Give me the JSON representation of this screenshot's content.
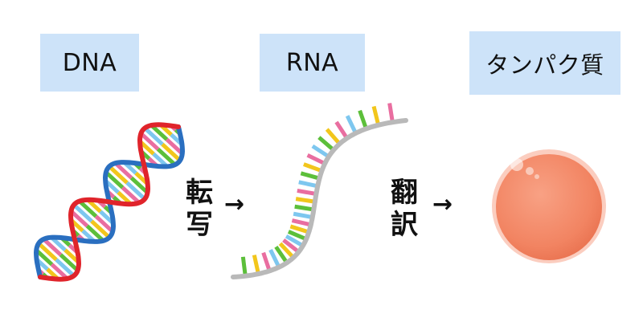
{
  "stages": {
    "dna": "DNA",
    "rna": "RNA",
    "protein": "タンパク質"
  },
  "processes": {
    "transcription": [
      "転",
      "写"
    ],
    "translation": [
      "翻",
      "訳"
    ]
  },
  "arrow_glyph": "→",
  "colors": {
    "label_bg": "#cde3f9",
    "dna_strand_red": "#e0242b",
    "dna_strand_blue": "#2a6fc0",
    "rna_strand": "#b9b9b9",
    "base_green": "#5cbf3a",
    "base_yellow": "#f2c61c",
    "base_pink": "#e96ea0",
    "base_blue": "#7ec7ef",
    "protein": "#f58b6c"
  },
  "icons": [
    "dna-double-helix-icon",
    "rna-single-strand-icon",
    "protein-sphere-icon"
  ]
}
